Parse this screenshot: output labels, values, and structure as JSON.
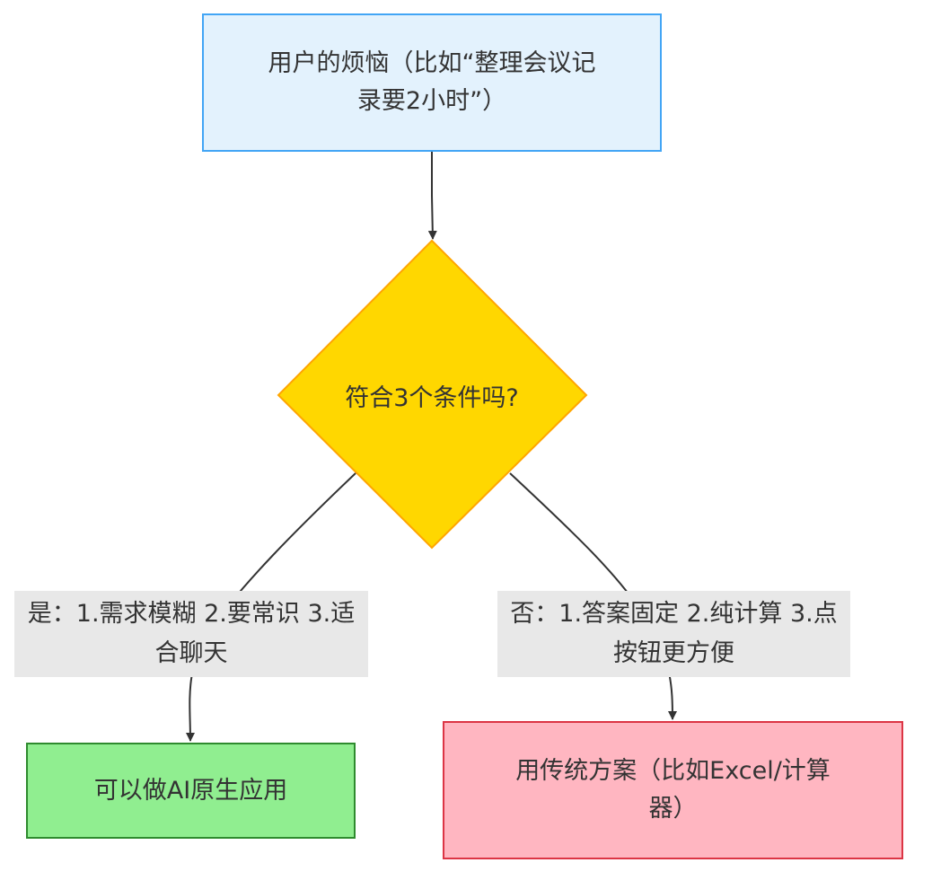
{
  "nodes": {
    "start": {
      "label": "用户的烦恼（比如“整理会议记录要2小时”）"
    },
    "decision": {
      "label": "符合3个条件吗?"
    },
    "ai_native": {
      "label": "可以做AI原生应用"
    },
    "traditional": {
      "label": "用传统方案（比如Excel/计算器）"
    }
  },
  "edges": {
    "yes": {
      "label": "是：1.需求模糊 2.要常识 3.适合聊天"
    },
    "no": {
      "label": "否：1.答案固定 2.纯计算 3.点按钮更方便"
    }
  },
  "colors": {
    "start_fill": "#e3f2fd",
    "start_border": "#42a5f5",
    "decision_fill": "#ffd700",
    "decision_border": "#ffa500",
    "ai_fill": "#90ee90",
    "ai_border": "#2e8b2e",
    "traditional_fill": "#ffb6c1",
    "traditional_border": "#dc3545",
    "edge_color": "#333333",
    "edge_label_bg": "#e8e8e8"
  }
}
